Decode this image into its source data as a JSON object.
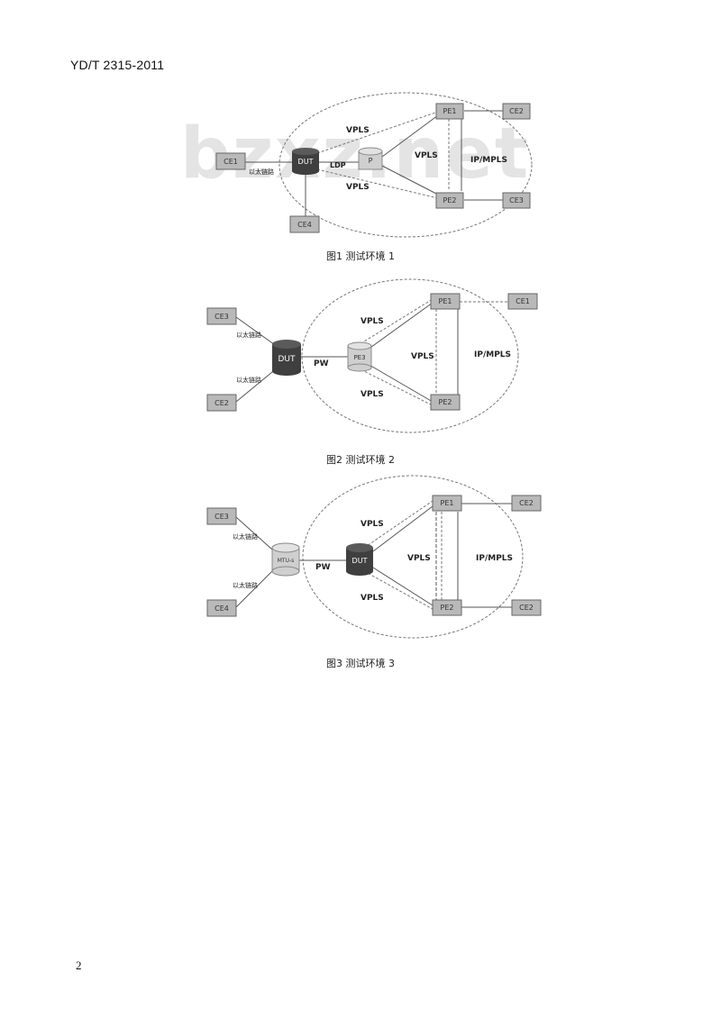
{
  "header": {
    "standard_code": "YD/T 2315-2011"
  },
  "watermark": "bzxz.net",
  "page_number": "2",
  "colors": {
    "node_fill": "#b9b9b9",
    "node_stroke": "#666666",
    "dut_dark": "#3f3f3f",
    "cylinder_light": "#cfcfcf",
    "line": "#555555",
    "ellipse": "#777777"
  },
  "figures": [
    {
      "caption": "图1   测试环境 1",
      "nodes": {
        "ce1": "CE1",
        "dut": "DUT",
        "p": "P",
        "pe1": "PE1",
        "pe2": "PE2",
        "ce2": "CE2",
        "ce3": "CE3",
        "ce4": "CE4"
      },
      "labels": {
        "eth_link": "以太链路",
        "ldp": "LDP",
        "vpls_top": "VPLS",
        "vpls_mid": "VPLS",
        "vpls_bottom": "VPLS",
        "ipmpls": "IP/MPLS"
      }
    },
    {
      "caption": "图2   测试环境 2",
      "nodes": {
        "ce3": "CE3",
        "ce2": "CE2",
        "dut": "DUT",
        "pe": "PE3",
        "pe1": "PE1",
        "pe2": "PE2",
        "ce1": "CE1"
      },
      "labels": {
        "eth_link_top": "以太链路",
        "eth_link_bottom": "以太链路",
        "pw": "PW",
        "vpls_top": "VPLS",
        "vpls_mid": "VPLS",
        "vpls_bottom": "VPLS",
        "ipmpls": "IP/MPLS"
      }
    },
    {
      "caption": "图3   测试环境 3",
      "nodes": {
        "ce3": "CE3",
        "ce4": "CE4",
        "mtu": "MTU-s",
        "dut": "DUT",
        "pe1": "PE1",
        "pe2": "PE2",
        "ce2_top": "CE2",
        "ce2_bottom": "CE2"
      },
      "labels": {
        "eth_link_top": "以太链路",
        "eth_link_bottom": "以太链路",
        "pw": "PW",
        "vpls_top": "VPLS",
        "vpls_mid": "VPLS",
        "vpls_bottom": "VPLS",
        "ipmpls": "IP/MPLS"
      }
    }
  ]
}
